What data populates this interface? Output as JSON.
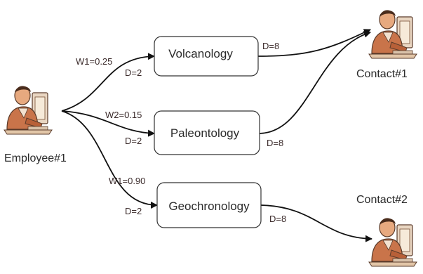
{
  "nodes": {
    "employee": {
      "label": "Employee#1"
    },
    "contact1": {
      "label": "Contact#1"
    },
    "contact2": {
      "label": "Contact#2"
    }
  },
  "topics": [
    {
      "label": "Volcanology"
    },
    {
      "label": "Paleontology"
    },
    {
      "label": "Geochronology"
    }
  ],
  "edges": {
    "employee_to_volcanology": {
      "weight_label": "W1=0.25",
      "distance_label": "D=2"
    },
    "employee_to_paleontology": {
      "weight_label": "W2=0.15",
      "distance_label": "D=2"
    },
    "employee_to_geochronology": {
      "weight_label": "W1=0.90",
      "distance_label": "D=2"
    },
    "volcanology_to_contact1": {
      "distance_label": "D=8"
    },
    "paleontology_to_contact1": {
      "distance_label": "D=8"
    },
    "geochronology_to_contact2": {
      "distance_label": "D=8"
    }
  },
  "icons": {
    "person": "person-at-computer-icon"
  },
  "colors": {
    "box_stroke": "#333333",
    "edge": "#111111",
    "label_text": "#3a2a2a"
  }
}
